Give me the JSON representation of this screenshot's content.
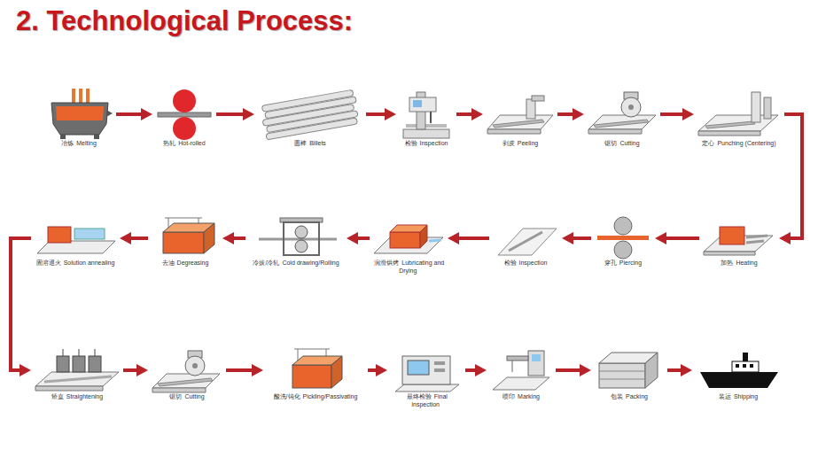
{
  "diagram": {
    "title": "2. Technological Process:",
    "nodes": [
      {
        "text": [
          "冶炼",
          "Melting"
        ]
      },
      {
        "text": [
          "热轧",
          "Hot-rolled"
        ]
      },
      {
        "text": [
          "圆棒",
          "Billets"
        ]
      },
      {
        "text": [
          "检验",
          "Inspection"
        ]
      },
      {
        "text": [
          "剥皮",
          "Peeling"
        ]
      },
      {
        "text": [
          "锯切",
          "Cutting"
        ]
      },
      {
        "text": [
          "定心",
          "Punching (Centering)"
        ]
      },
      {
        "text": [
          "加热",
          "Heating"
        ]
      },
      {
        "text": [
          "穿孔",
          "Piercing"
        ]
      },
      {
        "text": [
          "检验",
          "Inspection"
        ]
      },
      {
        "text": [
          "润滑烘烤",
          "Lubricating and Drying"
        ]
      },
      {
        "text": [
          "冷拔/冷轧",
          "Cold drawing/Rolling"
        ]
      },
      {
        "text": [
          "去油",
          "Degreasing"
        ]
      },
      {
        "text": [
          "固溶退火",
          "Solution annealing"
        ]
      },
      {
        "text": [
          "矫直",
          "Straightening"
        ]
      },
      {
        "text": [
          "锯切",
          "Cutting"
        ]
      },
      {
        "text": [
          "酸洗/钝化",
          "Pickling/Passivating"
        ]
      },
      {
        "text": [
          "最终检验",
          "Final inspection"
        ]
      },
      {
        "text": [
          "喷印",
          "Marking"
        ]
      },
      {
        "text": [
          "包装",
          "Packing"
        ]
      },
      {
        "text": [
          "装运",
          "Shipping"
        ]
      }
    ],
    "edges": [
      {
        "from": 0,
        "to": 1,
        "arrow": "to"
      },
      {
        "from": 1,
        "to": 2,
        "arrow": "to"
      },
      {
        "from": 2,
        "to": 3,
        "arrow": "to"
      },
      {
        "from": 3,
        "to": 4,
        "arrow": "to"
      },
      {
        "from": 4,
        "to": 5,
        "arrow": "to"
      },
      {
        "from": 5,
        "to": 6,
        "arrow": "to"
      },
      {
        "from": 6,
        "to": 7,
        "arrow": "to"
      },
      {
        "from": 7,
        "to": 8,
        "arrow": "to"
      },
      {
        "from": 8,
        "to": 9,
        "arrow": "to"
      },
      {
        "from": 9,
        "to": 10,
        "arrow": "to"
      },
      {
        "from": 10,
        "to": 11,
        "arrow": "to"
      },
      {
        "from": 11,
        "to": 12,
        "arrow": "to"
      },
      {
        "from": 12,
        "to": 13,
        "arrow": "to"
      },
      {
        "from": 13,
        "to": 14,
        "arrow": "to"
      },
      {
        "from": 14,
        "to": 15,
        "arrow": "to"
      },
      {
        "from": 15,
        "to": 16,
        "arrow": "to"
      },
      {
        "from": 16,
        "to": 17,
        "arrow": "to"
      },
      {
        "from": 17,
        "to": 18,
        "arrow": "to"
      },
      {
        "from": 18,
        "to": 19,
        "arrow": "to"
      },
      {
        "from": 19,
        "to": 20,
        "arrow": "to"
      }
    ]
  }
}
